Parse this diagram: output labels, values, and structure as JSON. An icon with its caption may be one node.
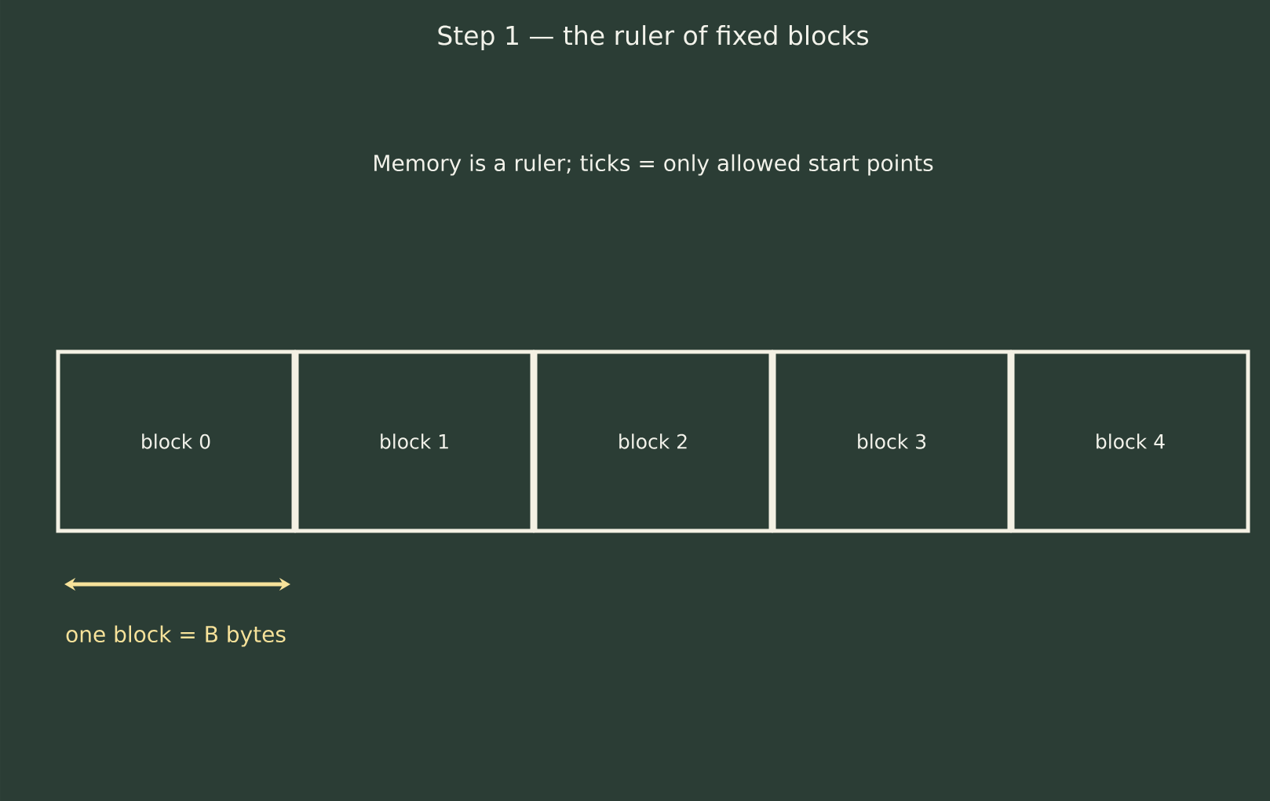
{
  "diagram": {
    "title": "Step 1 — the ruler of fixed blocks",
    "nodes": [
      {
        "text": [
          "block 0"
        ]
      },
      {
        "text": [
          "block 1"
        ]
      },
      {
        "text": [
          "block 2"
        ]
      },
      {
        "text": [
          "block 3"
        ]
      },
      {
        "text": [
          "block 4"
        ]
      }
    ],
    "labels": [
      "Memory is a ruler; ticks = only allowed start points",
      "one block = B bytes"
    ]
  }
}
